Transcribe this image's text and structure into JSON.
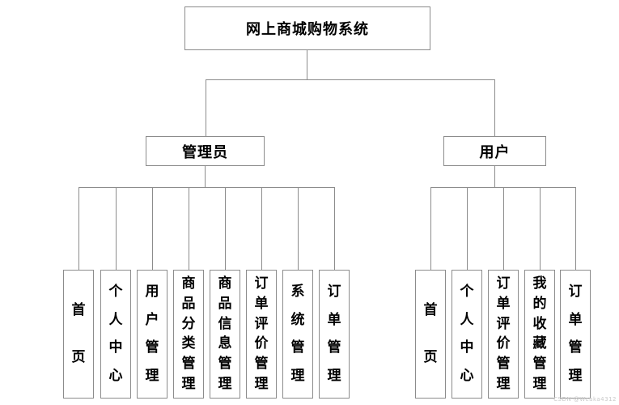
{
  "diagram": {
    "root": {
      "label": "网上商城购物系统"
    },
    "branches": [
      {
        "label": "管理员",
        "children": [
          "首页",
          "个人中心",
          "用户管理",
          "商品分类管理",
          "商品信息管理",
          "订单评价管理",
          "系统管理",
          "订单管理"
        ]
      },
      {
        "label": "用户",
        "children": [
          "首页",
          "个人中心",
          "订单评价管理",
          "我的收藏管理",
          "订单管理"
        ]
      }
    ]
  },
  "watermark": "CSDN @Weaka4312",
  "colors": {
    "line": "#8c8c8c",
    "text": "#000000",
    "background": "#ffffff"
  }
}
